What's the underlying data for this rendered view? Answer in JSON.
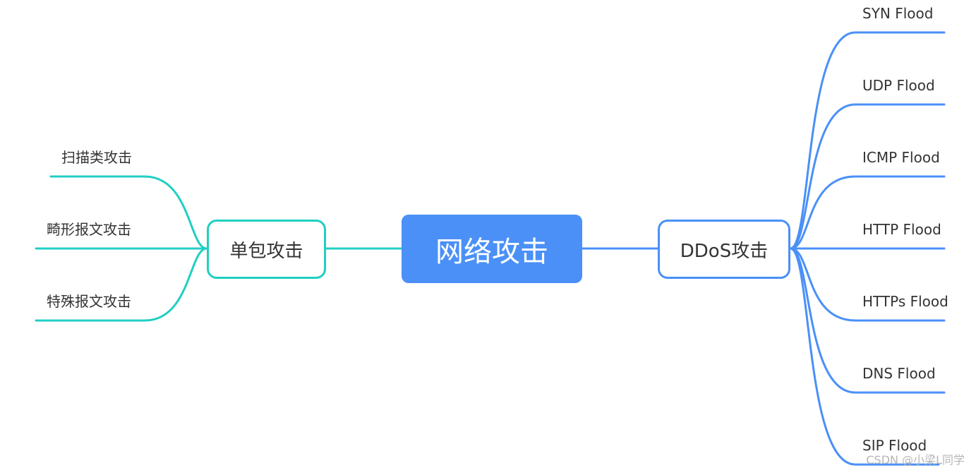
{
  "root": {
    "label": "网络攻击"
  },
  "left_branch": {
    "label": "单包攻击",
    "color": "#20cfc3",
    "children": [
      "扫描类攻击",
      "畸形报文攻击",
      "特殊报文攻击"
    ]
  },
  "right_branch": {
    "label": "DDoS攻击",
    "color": "#4a90f7",
    "children": [
      "SYN Flood",
      "UDP Flood",
      "ICMP Flood",
      "HTTP Flood",
      "HTTPs Flood",
      "DNS Flood",
      "SIP Flood"
    ]
  },
  "watermark": "CSDN @小梁L同学"
}
